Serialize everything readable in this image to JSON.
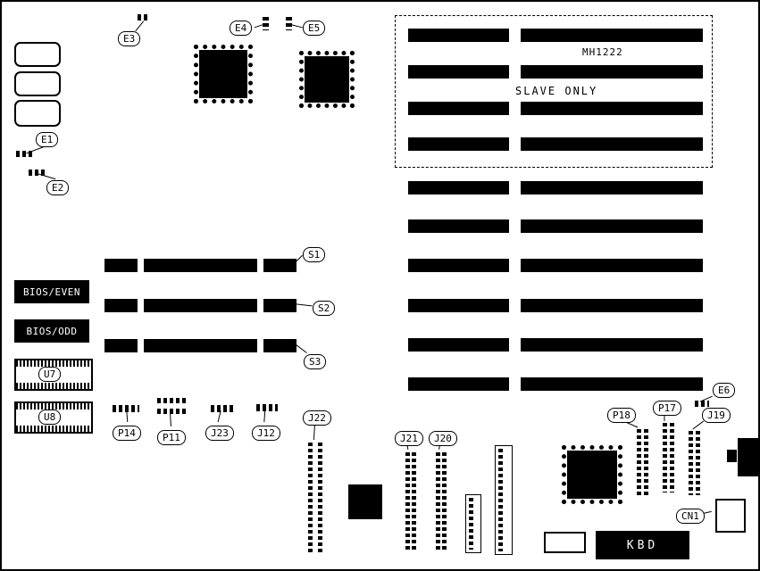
{
  "colors": {
    "ink": "#000000",
    "paper": "#ffffff"
  },
  "labels": {
    "e1": "E1",
    "e2": "E2",
    "e3": "E3",
    "e4": "E4",
    "e5": "E5",
    "e6": "E6",
    "s1": "S1",
    "s2": "S2",
    "s3": "S3",
    "p11": "P11",
    "p14": "P14",
    "p17": "P17",
    "p18": "P18",
    "j12": "J12",
    "j19": "J19",
    "j20": "J20",
    "j21": "J21",
    "j22": "J22",
    "j23": "J23",
    "u7": "U7",
    "u8": "U8",
    "cn1": "CN1",
    "kbd": "KBD"
  },
  "chips": {
    "bios_even": "BIOS/EVEN",
    "bios_odd": "BIOS/ODD"
  },
  "annotations": {
    "model": "MH1222",
    "slave_only": "SLAVE ONLY"
  }
}
